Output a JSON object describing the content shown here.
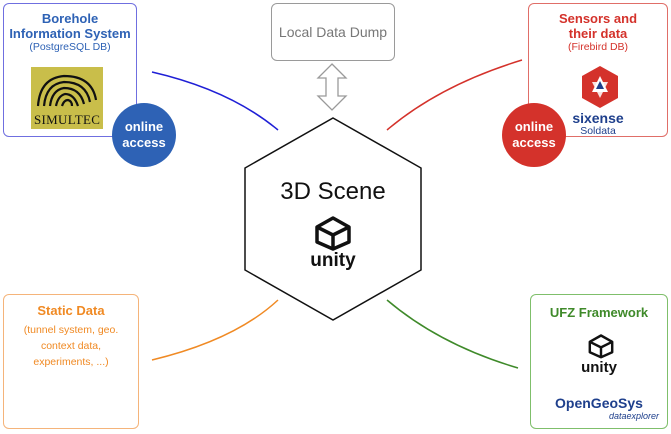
{
  "center": {
    "title": "3D Scene",
    "logo_text": "unity"
  },
  "local_dump": {
    "label": "Local Data Dump"
  },
  "borehole": {
    "title_line1": "Borehole",
    "title_line2": "Information System",
    "subtitle": "(PostgreSQL DB)",
    "logo_text": "SIMULTEC",
    "badge_line1": "online",
    "badge_line2": "access"
  },
  "sensors": {
    "title_line1": "Sensors and",
    "title_line2": "their data",
    "subtitle": "(Firebird DB)",
    "logo_text": "sixense",
    "logo_sub": "Soldata",
    "badge_line1": "online",
    "badge_line2": "access"
  },
  "static_data": {
    "title": "Static Data",
    "lines": [
      "(tunnel system, geo.",
      "context data,",
      "experiments, ...)"
    ]
  },
  "ufz": {
    "title": "UFZ Framework",
    "unity_text": "unity",
    "ogs_text": "OpenGeoSys",
    "ogs_sub": "dataexplorer"
  },
  "colors": {
    "blue": "#1f1fd6",
    "blue_badge": "#2e62b5",
    "red": "#d4322b",
    "orange": "#f08a24",
    "green": "#3f8a2a",
    "gray": "#9a9a9a"
  }
}
